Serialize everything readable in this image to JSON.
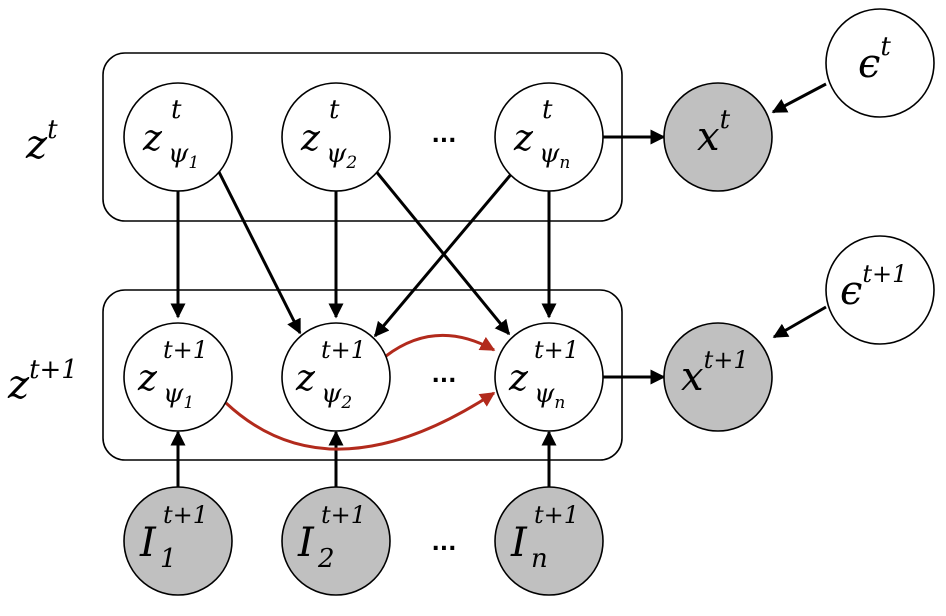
{
  "row_labels": {
    "top": {
      "base": "z",
      "sup": "t"
    },
    "bottom": {
      "base": "z",
      "sup": "t+1"
    }
  },
  "nodes": {
    "z_t_1": {
      "base": "z",
      "sup": "t",
      "sub": "ψ",
      "subsub": "1"
    },
    "z_t_2": {
      "base": "z",
      "sup": "t",
      "sub": "ψ",
      "subsub": "2"
    },
    "z_t_n": {
      "base": "z",
      "sup": "t",
      "sub": "ψ",
      "subsub": "n"
    },
    "x_t": {
      "base": "x",
      "sup": "t"
    },
    "eps_t": {
      "base": "ϵ",
      "sup": "t"
    },
    "z_t1_1": {
      "base": "z",
      "sup": "t+1",
      "sub": "ψ",
      "subsub": "1"
    },
    "z_t1_2": {
      "base": "z",
      "sup": "t+1",
      "sub": "ψ",
      "subsub": "2"
    },
    "z_t1_n": {
      "base": "z",
      "sup": "t+1",
      "sub": "ψ",
      "subsub": "n"
    },
    "x_t1": {
      "base": "x",
      "sup": "t+1"
    },
    "eps_t1": {
      "base": "ϵ",
      "sup": "t+1"
    },
    "I_1": {
      "base": "I",
      "sup": "t+1",
      "sub": "1"
    },
    "I_2": {
      "base": "I",
      "sup": "t+1",
      "sub": "2"
    },
    "I_n": {
      "base": "I",
      "sup": "t+1",
      "sub": "n"
    }
  },
  "ellipsis": "...",
  "colors": {
    "observed_fill": "#c0c0c0",
    "latent_fill": "#ffffff",
    "edge": "#000000",
    "instantaneous_edge": "#b22a1c"
  }
}
